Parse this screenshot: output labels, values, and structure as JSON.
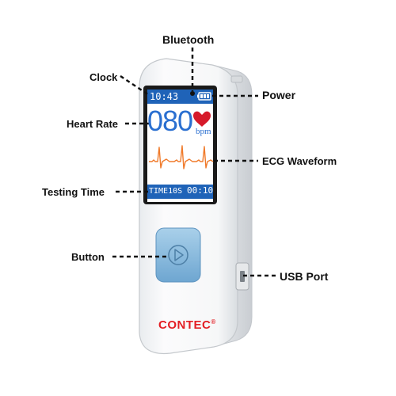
{
  "callouts": {
    "bluetooth": "Bluetooth",
    "clock": "Clock",
    "power": "Power",
    "heart_rate": "Heart Rate",
    "ecg_waveform": "ECG Waveform",
    "testing_time": "Testing Time",
    "button": "Button",
    "usb_port": "USB Port"
  },
  "screen": {
    "clock_time": "10:43",
    "heart_rate_value": "080",
    "heart_rate_unit": "bpm",
    "timer_label": "TIME10S",
    "timer_value": "00:10"
  },
  "brand": {
    "name": "CONTEC",
    "mark": "®"
  },
  "colors": {
    "screen_blue": "#1f63b8",
    "bpm_blue": "#2a6fd0",
    "heart_red": "#d61a2a",
    "ecg_orange": "#f07a2a",
    "brand_red": "#e31e24",
    "button_blue": "#8fbfe0"
  },
  "icons": {
    "battery": "battery-icon",
    "heart": "heart-icon",
    "play": "play-icon"
  }
}
